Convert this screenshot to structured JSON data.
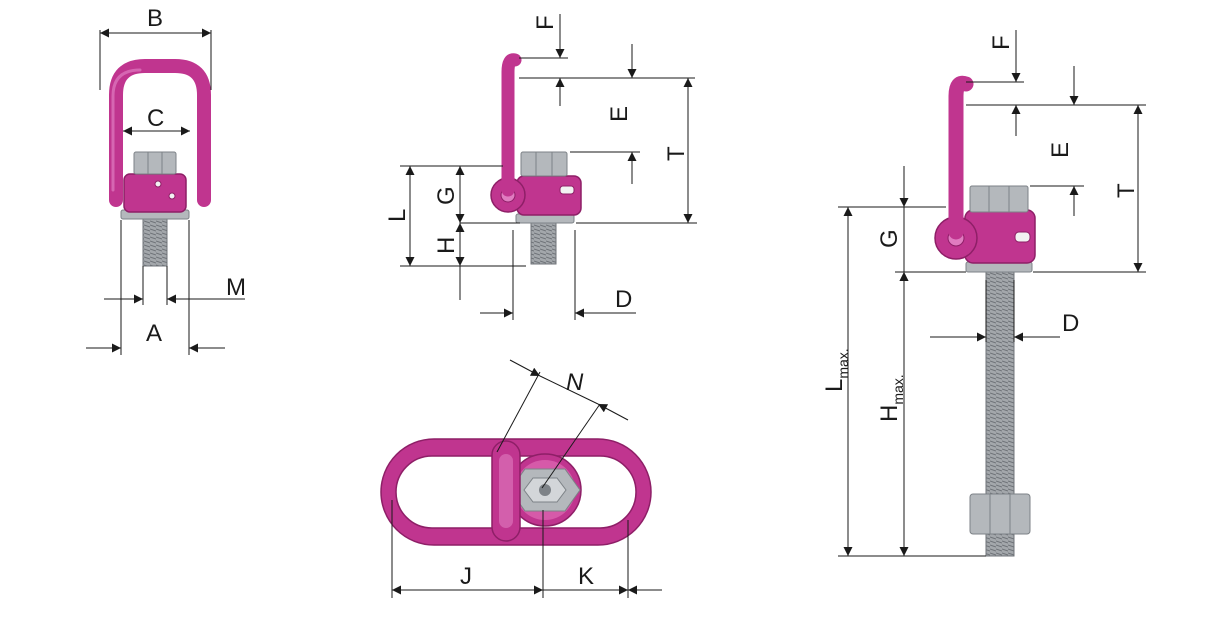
{
  "colors": {
    "ring": "#c0358f",
    "ring_light": "#e07cc0",
    "ring_dark": "#8e1f67",
    "steel": "#b4b8bc",
    "steel_dark": "#7d8287",
    "thread": "#8f9398",
    "line": "#1a1a1a"
  },
  "labels": {
    "A": "A",
    "B": "B",
    "C": "C",
    "M": "M",
    "F": "F",
    "E": "E",
    "T": "T",
    "G": "G",
    "L": "L",
    "H": "H",
    "D": "D",
    "N": "N",
    "J": "J",
    "K": "K",
    "F2": "F",
    "E2": "E",
    "T2": "T",
    "G2": "G",
    "D2": "D",
    "L_main": "L",
    "L_sub": "max.",
    "H_main": "H",
    "H_sub": "max."
  }
}
